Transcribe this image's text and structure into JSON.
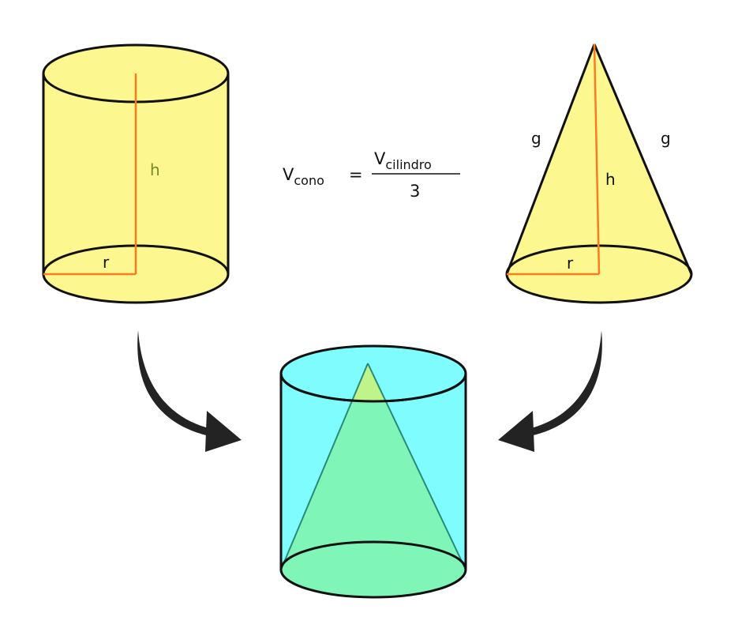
{
  "colors": {
    "yellow": "#fcf78f",
    "cyan": "#7ffcfd",
    "green": "#7ff6b8",
    "cone_tip": "#bff48a",
    "orange": "#fb7b21",
    "outline": "#111111",
    "arrow": "#232323",
    "h_label_cylinder": "#7a8a2a"
  },
  "cylinder": {
    "label_h": "h",
    "label_r": "r"
  },
  "cone": {
    "label_h": "h",
    "label_r": "r",
    "label_g_left": "g",
    "label_g_right": "g"
  },
  "formula": {
    "lhs_symbol": "V",
    "lhs_subscript": "cono",
    "equals": "=",
    "numerator_symbol": "V",
    "numerator_subscript": "cilindro",
    "denominator": "3"
  },
  "icons": {
    "left_arrow": "curved-arrow-down-right-icon",
    "right_arrow": "curved-arrow-down-left-icon"
  }
}
